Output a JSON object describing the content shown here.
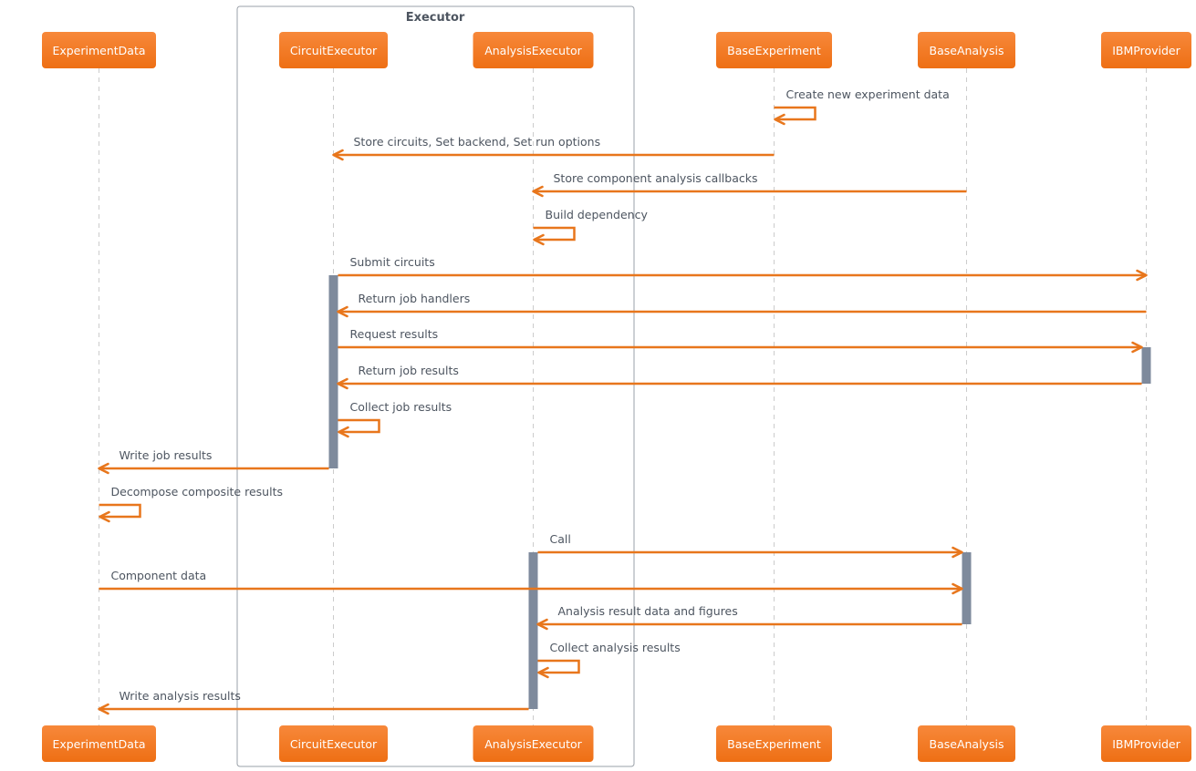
{
  "diagram": {
    "group": {
      "title": "Executor"
    },
    "colors": {
      "participant_top": "#f7883a",
      "participant_bottom": "#ee6f14",
      "participant_text": "#ffffff",
      "arrow": "#e8761c",
      "lifeline": "#cccccc",
      "activation": "#7e8a9c",
      "label": "#4d5560",
      "group_border": "#9aa0a8"
    },
    "participants": [
      {
        "id": "ed",
        "label": "ExperimentData"
      },
      {
        "id": "ce",
        "label": "CircuitExecutor"
      },
      {
        "id": "ae",
        "label": "AnalysisExecutor"
      },
      {
        "id": "be",
        "label": "BaseExperiment"
      },
      {
        "id": "ba",
        "label": "BaseAnalysis"
      },
      {
        "id": "ibm",
        "label": "IBMProvider"
      }
    ],
    "messages": [
      {
        "from": "be",
        "to": "be",
        "label": "Create new experiment data"
      },
      {
        "from": "be",
        "to": "ce",
        "label": "Store circuits, Set backend, Set run options"
      },
      {
        "from": "ba",
        "to": "ae",
        "label": "Store component analysis callbacks"
      },
      {
        "from": "ae",
        "to": "ae",
        "label": "Build dependency"
      },
      {
        "from": "ce",
        "to": "ibm",
        "label": "Submit circuits"
      },
      {
        "from": "ibm",
        "to": "ce",
        "label": "Return job handlers"
      },
      {
        "from": "ce",
        "to": "ibm",
        "label": "Request results"
      },
      {
        "from": "ibm",
        "to": "ce",
        "label": "Return job results"
      },
      {
        "from": "ce",
        "to": "ce",
        "label": "Collect job results"
      },
      {
        "from": "ce",
        "to": "ed",
        "label": "Write job results"
      },
      {
        "from": "ed",
        "to": "ed",
        "label": "Decompose composite results"
      },
      {
        "from": "ae",
        "to": "ba",
        "label": "Call"
      },
      {
        "from": "ed",
        "to": "ba",
        "label": "Component data"
      },
      {
        "from": "ba",
        "to": "ae",
        "label": "Analysis result data and figures"
      },
      {
        "from": "ae",
        "to": "ae",
        "label": "Collect analysis results"
      },
      {
        "from": "ae",
        "to": "ed",
        "label": "Write analysis results"
      }
    ]
  }
}
